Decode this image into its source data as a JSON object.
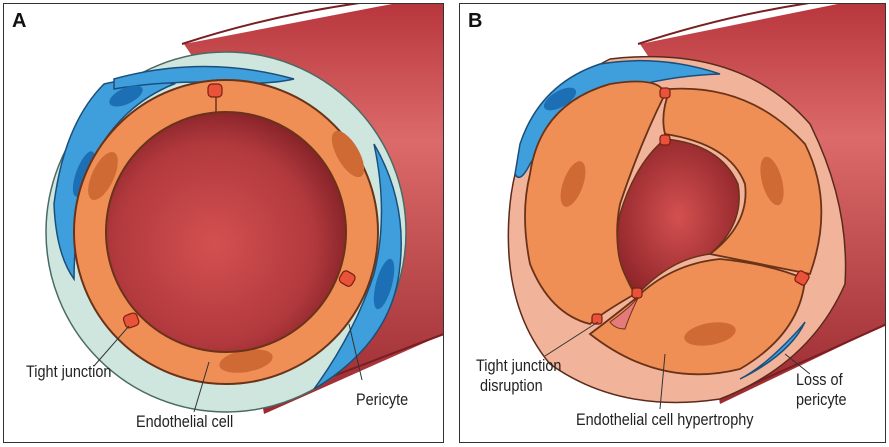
{
  "panel_a": {
    "letter": "A",
    "labels": {
      "tight_junction": "Tight junction",
      "endothelial_cell": "Endothelial cell",
      "pericyte": "Pericyte"
    }
  },
  "panel_b": {
    "letter": "B",
    "labels": {
      "tight_junction_disruption_line1": "Tight junction",
      "tight_junction_disruption_line2": "disruption",
      "endothelial_hypertrophy": "Endothelial cell hypertrophy",
      "loss_of_pericyte_line1": "Loss of",
      "loss_of_pericyte_line2": "pericyte"
    }
  },
  "colors": {
    "vessel_outer": "#c94a4c",
    "basement_membrane": "#cfe6df",
    "pericyte": "#3f9fdc",
    "pericyte_nucleus": "#1d6fb5",
    "endothelial": "#ef8f56",
    "endothelial_nucleus": "#cf6a34",
    "lumen": "#b8393c",
    "tight_junction": "#e8533a"
  }
}
